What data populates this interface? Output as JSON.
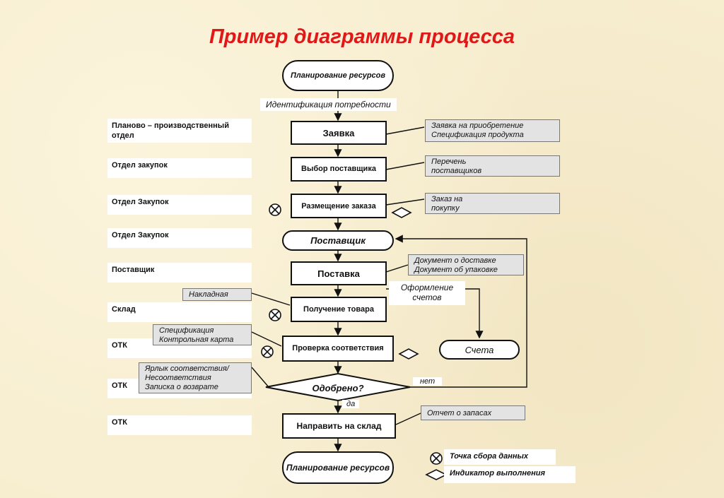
{
  "title": "Пример диаграммы процесса",
  "lanes": [
    "Планово – производственный отдел",
    "Отдел закупок",
    "Отдел Закупок",
    "Отдел Закупок",
    "Поставщик",
    "Склад",
    "ОТК",
    "ОТК",
    "ОТК"
  ],
  "flow": {
    "start": "Планирование ресурсов",
    "need_label": "Идентификация потребности",
    "request": "Заявка",
    "select_supplier": "Выбор поставщика",
    "place_order": "Размещение заказа",
    "supplier": "Поставщик",
    "delivery": "Поставка",
    "receive": "Получение товара",
    "check": "Проверка соответствия",
    "decision": "Одобрено?",
    "yes": "да",
    "no": "нет",
    "to_warehouse": "Направить на склад",
    "end": "Планирование ресурсов",
    "invoicing": "Оформление счетов",
    "invoices": "Счета"
  },
  "documents": {
    "request_docs": [
      "Заявка на приобретение",
      "Спецификация продукта"
    ],
    "supplier_list": [
      "Перечень",
      "поставщиков"
    ],
    "order_doc": [
      "Заказ на",
      "покупку"
    ],
    "delivery_docs": [
      "Документ о доставке",
      "Документ об упаковке"
    ],
    "waybill": "Накладная",
    "spec_docs": [
      "Спецификация",
      "Контрольная карта"
    ],
    "conformity_docs": [
      "Ярлык соответствия/",
      "Несоответствия",
      "Записка о возврате"
    ],
    "stock_report": "Отчет о запасах"
  },
  "legend": {
    "collection_point": "Точка сбора данных",
    "performance_indicator": "Индикатор выполнения"
  },
  "colors": {
    "title": "#e01818",
    "background": "#f7edcf",
    "doc_fill": "#e3e3e3"
  }
}
